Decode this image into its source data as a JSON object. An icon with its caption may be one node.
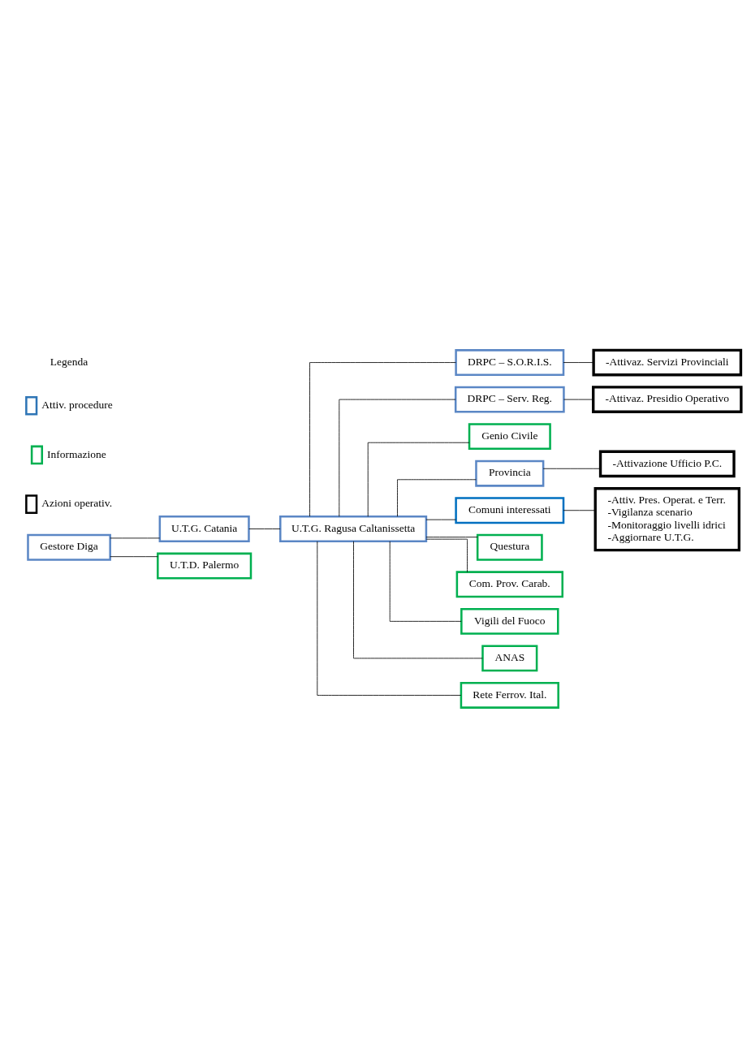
{
  "diagram": {
    "nodes": [
      {
        "text": [
          "Gestore Diga"
        ]
      },
      {
        "text": [
          "U.T.G. Catania"
        ]
      },
      {
        "text": [
          "U.T.D. Palermo"
        ]
      },
      {
        "text": [
          "U.T.G. Ragusa Caltanissetta"
        ]
      },
      {
        "text": [
          "DRPC – S.O.R.I.S."
        ]
      },
      {
        "text": [
          "-Attivaz. Servizi Provinciali"
        ]
      },
      {
        "text": [
          "DRPC – Serv. Reg."
        ]
      },
      {
        "text": [
          "-Attivaz. Presidio Operativo"
        ]
      },
      {
        "text": [
          "Genio Civile"
        ]
      },
      {
        "text": [
          "Provincia"
        ]
      },
      {
        "text": [
          "-Attivazione Ufficio P.C."
        ]
      },
      {
        "text": [
          "Comuni interessati"
        ]
      },
      {
        "text": [
          "-Attiv. Pres. Operat. e Terr.",
          "-Vigilanza scenario",
          "-Monitoraggio livelli idrici",
          "-Aggiornare U.T.G."
        ]
      },
      {
        "text": [
          "Questura"
        ]
      },
      {
        "text": [
          "Com. Prov. Carab."
        ]
      },
      {
        "text": [
          "Vigili del Fuoco"
        ]
      },
      {
        "text": [
          "ANAS"
        ]
      },
      {
        "text": [
          "Rete Ferrov. Ital."
        ]
      }
    ],
    "edges": [
      {
        "from": 0,
        "to": 1,
        "arrow": "none"
      },
      {
        "from": 0,
        "to": 2,
        "arrow": "none"
      },
      {
        "from": 1,
        "to": 3,
        "arrow": "none"
      },
      {
        "from": 3,
        "to": 4,
        "arrow": "none"
      },
      {
        "from": 3,
        "to": 6,
        "arrow": "none"
      },
      {
        "from": 3,
        "to": 8,
        "arrow": "none"
      },
      {
        "from": 3,
        "to": 9,
        "arrow": "none"
      },
      {
        "from": 3,
        "to": 11,
        "arrow": "none"
      },
      {
        "from": 3,
        "to": 13,
        "arrow": "none"
      },
      {
        "from": 3,
        "to": 14,
        "arrow": "none"
      },
      {
        "from": 3,
        "to": 15,
        "arrow": "none"
      },
      {
        "from": 3,
        "to": 16,
        "arrow": "none"
      },
      {
        "from": 3,
        "to": 17,
        "arrow": "none"
      },
      {
        "from": 4,
        "to": 5,
        "arrow": "none"
      },
      {
        "from": 6,
        "to": 7,
        "arrow": "none"
      },
      {
        "from": 9,
        "to": 10,
        "arrow": "none"
      },
      {
        "from": 11,
        "to": 12,
        "arrow": "none"
      }
    ],
    "labels": [
      "Legenda"
    ],
    "legend": [
      {
        "text": "Attiv. procedure",
        "color": "#2e75b6"
      },
      {
        "text": "Informazione",
        "color": "#00b050"
      },
      {
        "text": "Azioni operativ.",
        "color": "#000000"
      }
    ]
  }
}
